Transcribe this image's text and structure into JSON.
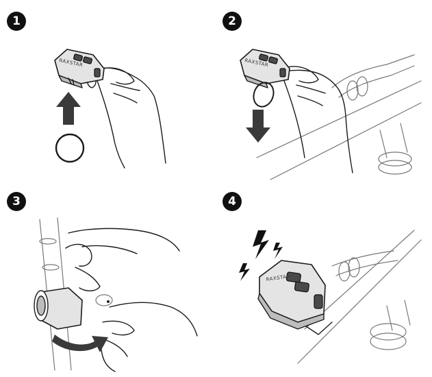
{
  "steps": [
    {
      "number": "1"
    },
    {
      "number": "2"
    },
    {
      "number": "3"
    },
    {
      "number": "4"
    }
  ],
  "device": {
    "brand_text": "RAXSTAR"
  },
  "icons": {
    "up_arrow": "up-arrow-icon",
    "down_arrow": "down-arrow-icon",
    "rotate_arrow": "curved-rotate-arrow-icon",
    "rubber_ring": "o-ring-icon",
    "sound": "lightning-bolt-icon"
  },
  "colors": {
    "line": "#1a1a1a",
    "arrow": "#3a3a3a",
    "device_fill": "#e4e4e4",
    "badge": "#111111"
  }
}
